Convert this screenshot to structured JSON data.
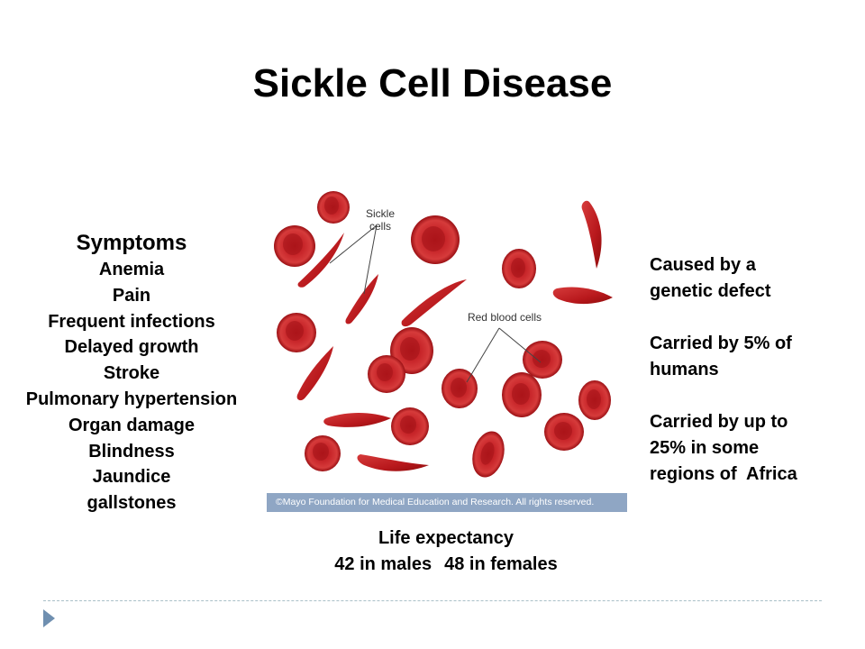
{
  "slide": {
    "title": "Sickle Cell Disease"
  },
  "symptoms": {
    "heading": "Symptoms",
    "items": [
      "Anemia",
      "Pain",
      "Frequent infections",
      "Delayed growth",
      "Stroke",
      "Pulmonary hypertension",
      "Organ damage",
      "Blindness",
      "Jaundice",
      "gallstones"
    ]
  },
  "facts": [
    {
      "line1": "Caused by a",
      "line2": "genetic defect"
    },
    {
      "line1": "Carried by 5% of",
      "line2": "humans"
    },
    {
      "line1": "Carried by up to",
      "line2": "25% in some",
      "line3": "regions of  Africa"
    }
  ],
  "life_expectancy": {
    "label": "Life expectancy",
    "males": "42 in males",
    "females": "48 in females"
  },
  "figure": {
    "sickle_label_line1": "Sickle",
    "sickle_label_line2": "cells",
    "rbc_label": "Red blood cells",
    "credit": "©Mayo Foundation for Medical Education and Research.  All rights reserved."
  },
  "colors": {
    "cell_red": "#c01a1a",
    "cell_dark": "#8e0d0d",
    "credit_bar": "#8fa6c4",
    "bullet": "#6f8fb0"
  }
}
